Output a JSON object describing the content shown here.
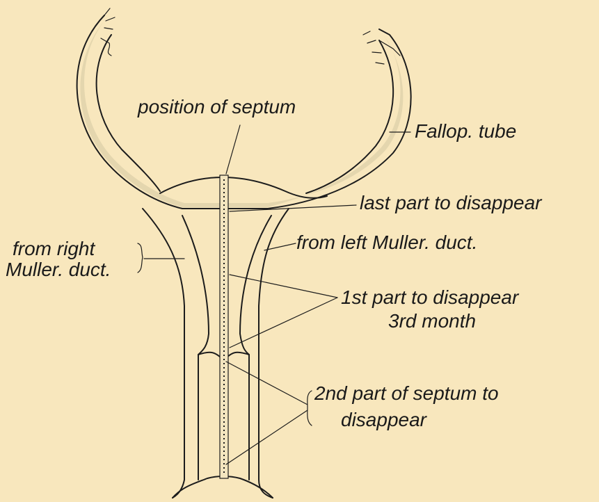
{
  "labels": {
    "position_of_septum": "position of septum",
    "fallop_tube": "Fallop. tube",
    "last_part": "last part to disappear",
    "from_right_line1": "from right",
    "from_right_line2": "Muller. duct.",
    "from_left": "from left Muller. duct.",
    "first_part_line1": "1st part to disappear",
    "first_part_line2": "3rd month",
    "second_part_line1": "2nd part of septum to",
    "second_part_line2": "disappear"
  },
  "colors": {
    "background": "#f8e7bd",
    "ink": "#1c1c1c",
    "fill": "#e4d6ae"
  }
}
